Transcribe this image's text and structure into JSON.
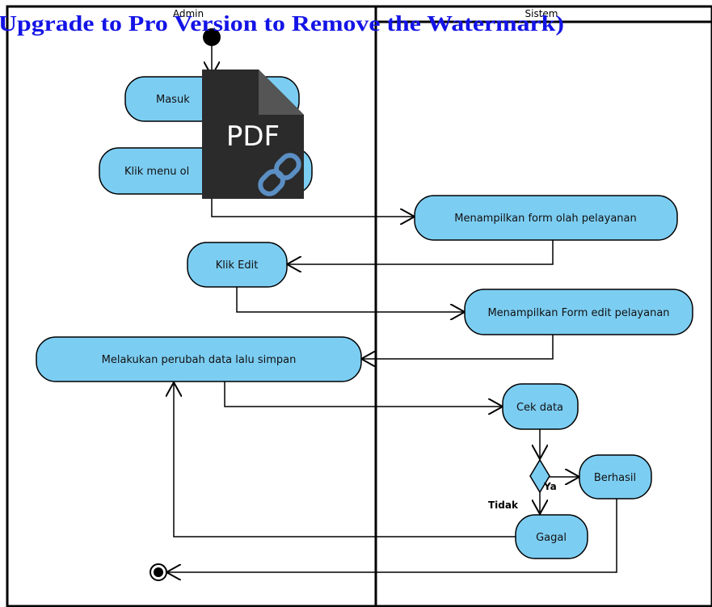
{
  "lanes": {
    "admin": "Admin",
    "sistem": "Sistem"
  },
  "watermark": "Upgrade to Pro Version to Remove the Watermark)",
  "badge": {
    "label": "PDF",
    "icon": "pdf-link-icon"
  },
  "actions": {
    "masuk": "Masuk",
    "klik_menu": "Klik menu ol",
    "tampil_form_olah": "Menampilkan form olah pelayanan",
    "klik_edit": "Klik Edit",
    "tampil_form_edit": "Menampilkan Form edit pelayanan",
    "ubah_simpan": "Melakukan perubah data lalu simpan",
    "cek_data": "Cek data",
    "berhasil": "Berhasil",
    "gagal": "Gagal"
  },
  "guards": {
    "ya": "Ya",
    "tidak": "Tidak"
  },
  "colors": {
    "action_fill": "#7ccdf2",
    "stroke": "#000000",
    "watermark": "#1414e6",
    "badge_body": "#2b2b2b",
    "badge_fold": "#555555",
    "chain": "#5b8fc4"
  }
}
